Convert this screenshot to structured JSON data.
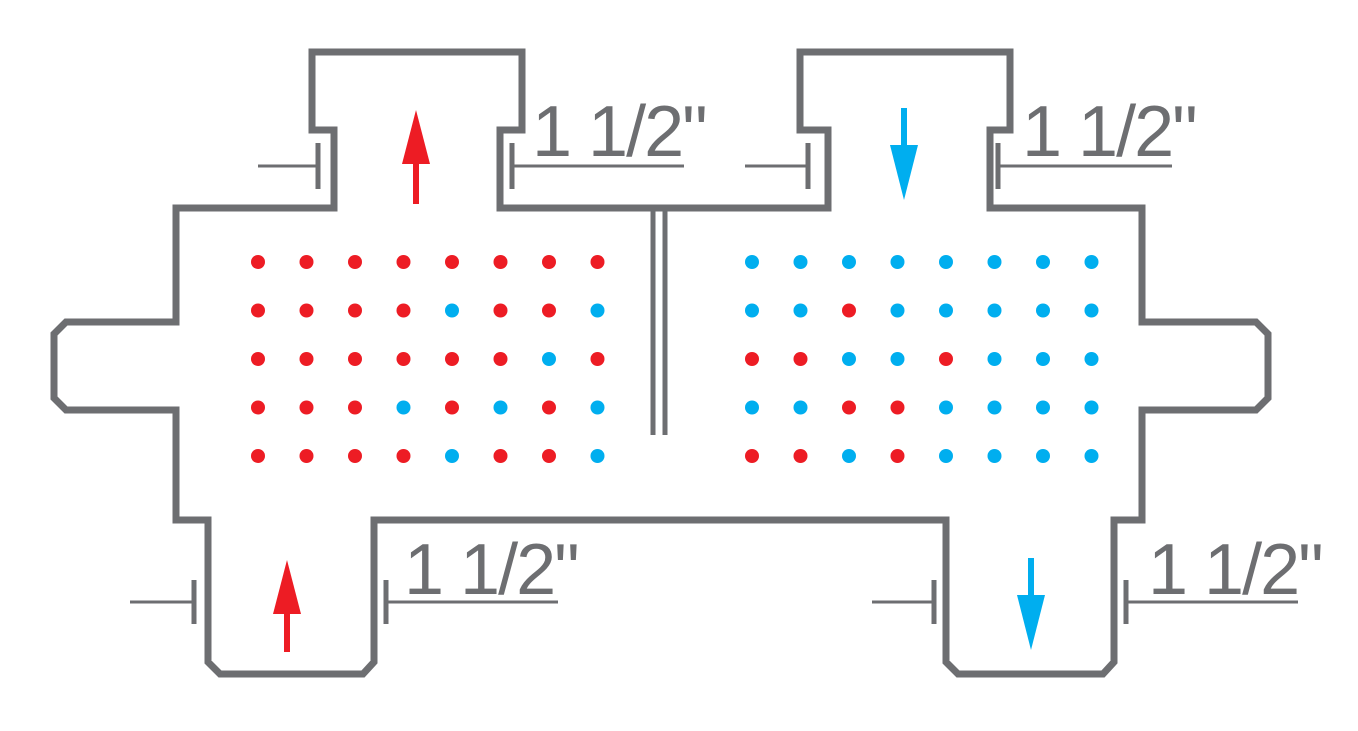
{
  "colors": {
    "outline": "#6d6e71",
    "hot": "#ed1c24",
    "cold": "#00aeef",
    "dimension": "#6d6e71",
    "background": "#ffffff"
  },
  "ports": {
    "top_left": {
      "size_label": "1 1/2\"",
      "flow": "up",
      "fluid": "hot"
    },
    "top_right": {
      "size_label": "1 1/2\"",
      "flow": "down",
      "fluid": "cold"
    },
    "bottom_left": {
      "size_label": "1 1/2\"",
      "flow": "up",
      "fluid": "hot"
    },
    "bottom_right": {
      "size_label": "1 1/2\"",
      "flow": "down",
      "fluid": "cold"
    }
  },
  "dot_grids": {
    "left_chamber": [
      "hhhhhhhh",
      "hhhhchhc",
      "hhhhhhch",
      "hhhchchc",
      "hhhhchhc"
    ],
    "right_chamber": [
      "cccccccc",
      "cchccccc",
      "hhcchccc",
      "cchhcccc",
      "hhchcccc"
    ]
  }
}
